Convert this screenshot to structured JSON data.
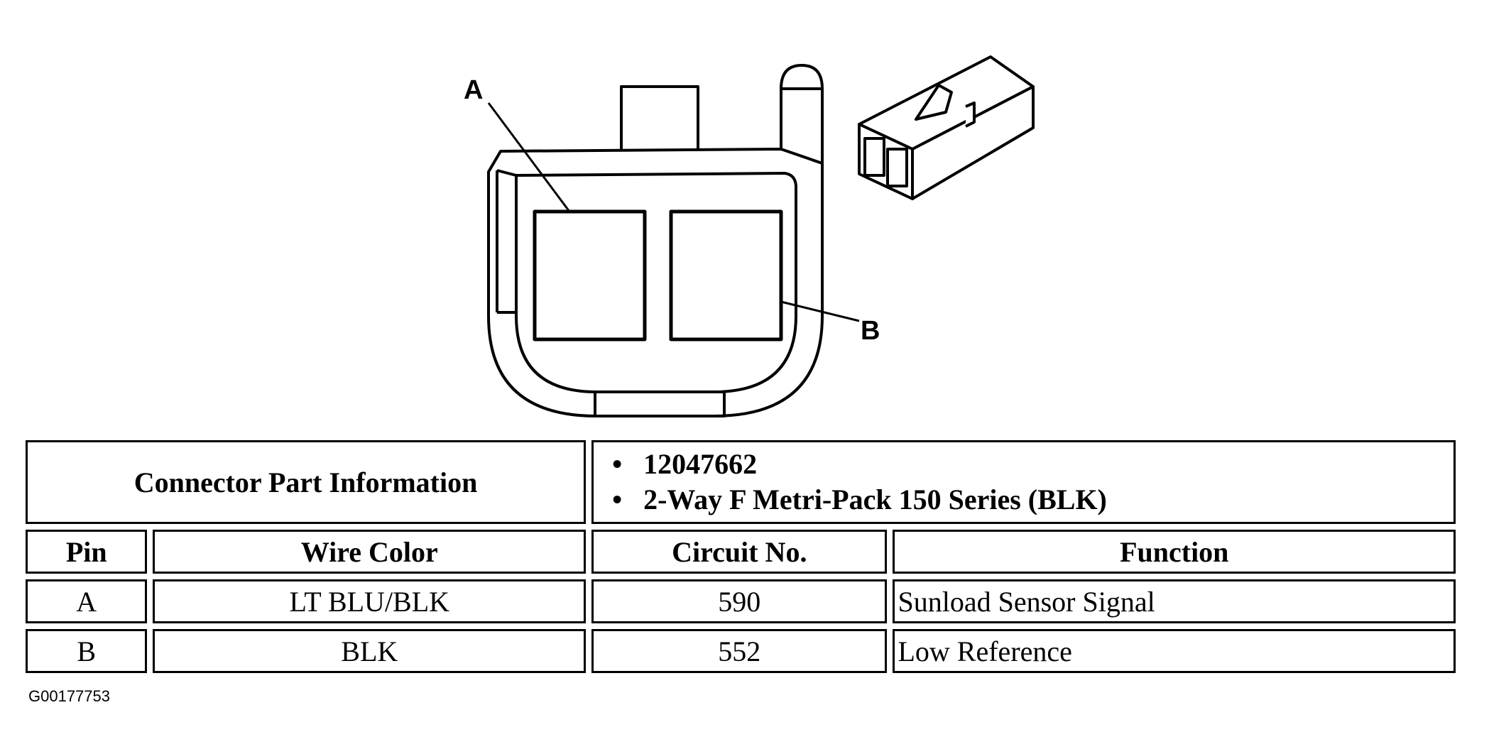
{
  "diagram": {
    "callout_a": "A",
    "callout_b": "B"
  },
  "table": {
    "part_info_label": "Connector Part Information",
    "part_info_items": [
      "12047662",
      "2-Way F Metri-Pack 150 Series (BLK)"
    ],
    "headers": [
      "Pin",
      "Wire Color",
      "Circuit No.",
      "Function"
    ],
    "rows": [
      {
        "pin": "A",
        "wire_color": "LT BLU/BLK",
        "circuit": "590",
        "function": "Sunload Sensor Signal"
      },
      {
        "pin": "B",
        "wire_color": "BLK",
        "circuit": "552",
        "function": "Low Reference"
      }
    ]
  },
  "figure_id": "G00177753"
}
